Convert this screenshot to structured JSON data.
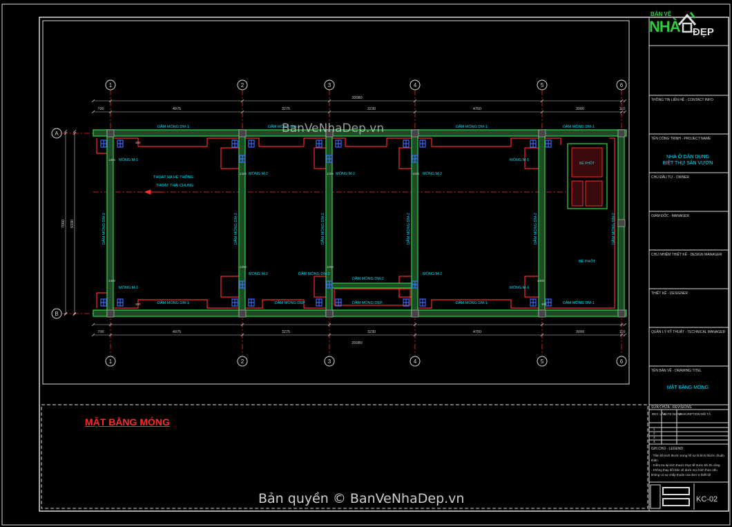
{
  "logo": {
    "part1": "BẢN VẼ",
    "part2": "NHÀ",
    "part3": "ĐẸP"
  },
  "watermark": {
    "top": "BanVeNhaDep.vn",
    "bottom": "Bản quyền © BanVeNhaDep.vn"
  },
  "drawing_title": "MẶT BẰNG MÓNG",
  "sheet_code": "KC-02",
  "colors": {
    "beam": "#2ecc40",
    "wall": "#ff2a2a",
    "cyan": "#00e5ff",
    "dim": "#cfcfcf",
    "frame": "#dcdcdc"
  },
  "grid": {
    "axes_x": [
      "1",
      "2",
      "3",
      "4",
      "5",
      "6"
    ],
    "axes_y": [
      "A",
      "B"
    ],
    "spans": [
      "700",
      "4975",
      "3275",
      "3230",
      "4750",
      "3000",
      "110"
    ],
    "total": "20080",
    "side_dims": [
      "7060",
      "6330"
    ]
  },
  "labels": {
    "dm1": "DẦM MÓNG DM-1",
    "dm2": "DẦM MÓNG DM-2",
    "dep": "DẦM MÓNG DẸP",
    "m1": "MÓNG M-1",
    "m2": "MÓNG M-2",
    "drain1": "THOÁT RA HỆ THỐNG",
    "drain2": "THOÁT THẢI CHUNG",
    "septic": "BỂ PHỐT",
    "dims_small": [
      "1400",
      "1200",
      "300"
    ]
  },
  "title_block": {
    "r1": "THÔNG TIN LIÊN HỆ - CONTACT INFO",
    "r2": "TÊN CÔNG TRÌNH - PROJECT NAME",
    "project1": "NHÀ Ở DÂN DỤNG",
    "project2": "BIỆT THỰ SÂN VƯỜN",
    "r3": "CHỦ ĐẦU TƯ - OWNER",
    "r4": "GIÁM ĐỐC - MANAGER",
    "r5": "CHỦ NHIỆM THIẾT KẾ - DESIGN MANAGER",
    "r6": "THIẾT KẾ - DESIGNER",
    "r7": "QUẢN LÝ KỸ THUẬT - TECHNICAL MANAGER",
    "r8": "TÊN BẢN VẼ - DRAWING TITEL",
    "drawing_name": "MẶT BẰNG MÓNG",
    "r9": "SỬA CHỮA - REVISIONS",
    "rev_cols": [
      "REV. LẦN",
      "DATE NGÀY",
      "DESCRIPTION MÔ TẢ"
    ],
    "rev_rows": [
      "1",
      "2",
      "3",
      "4"
    ],
    "r10": "GHI CHÚ - LEGEND",
    "notes": [
      "- Tấm bê kích thước trong hồ sơ là kích thước chuẩn",
      "thiện",
      "- Kiểm tra lại kích thước thực tế trước khi thi công",
      "- Không thay đổi bản vẽ dưới mọi hình thức nếu",
      "không có sự chấp thuận của đơn vị thiết kế"
    ]
  }
}
